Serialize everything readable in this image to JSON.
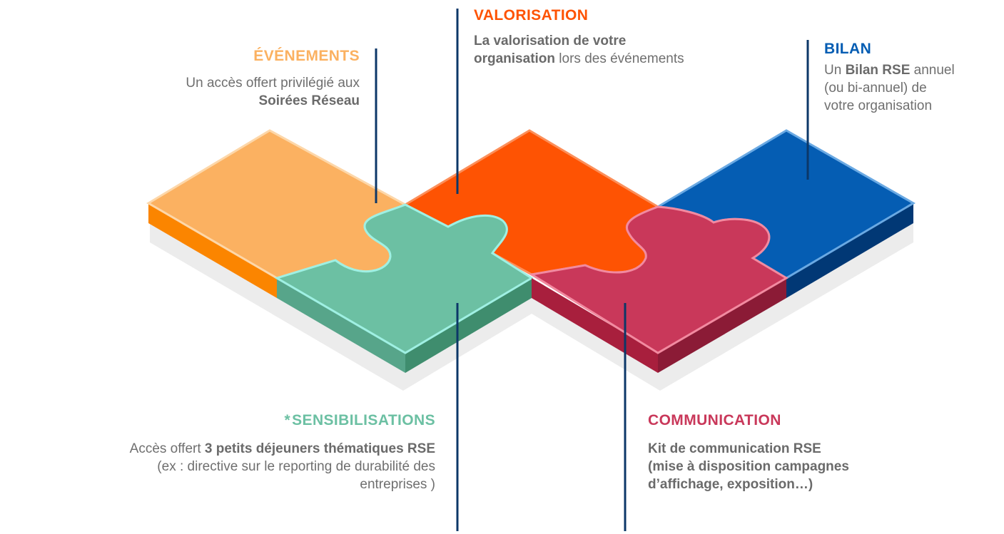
{
  "colors": {
    "orange": "#fbb161",
    "red": "#fe5303",
    "blue": "#055db3",
    "green": "#6cc0a3",
    "crimson": "#c9385a",
    "connector": "#0c3768"
  },
  "evenements": {
    "title": "ÉVÉNEMENTS",
    "line1": "Un accès offert privilégié aux",
    "line2": "Soirées Réseau"
  },
  "valorisation": {
    "title": "VALORISATION",
    "bold1": "La valorisation de votre",
    "bold2": "organisation",
    "rest2": " lors des événements"
  },
  "bilan": {
    "title": "BILAN",
    "pre1": "Un ",
    "bold1": "Bilan RSE",
    "post1": " annuel",
    "line2": "(ou bi-annuel) de",
    "line3": "votre organisation"
  },
  "sensibilisations": {
    "asterisk": "*",
    "title": "SENSIBILISATIONS",
    "pre1": "Accès offert ",
    "bold1": "3 petits déjeuners thématiques RSE",
    "line2": "(ex : directive sur le reporting de durabilité des",
    "line3": "entreprises )"
  },
  "communication": {
    "title": "COMMUNICATION",
    "line1": "Kit de communication RSE",
    "line2": "(mise à disposition campagnes",
    "line3": "d’affichage, exposition…)"
  }
}
